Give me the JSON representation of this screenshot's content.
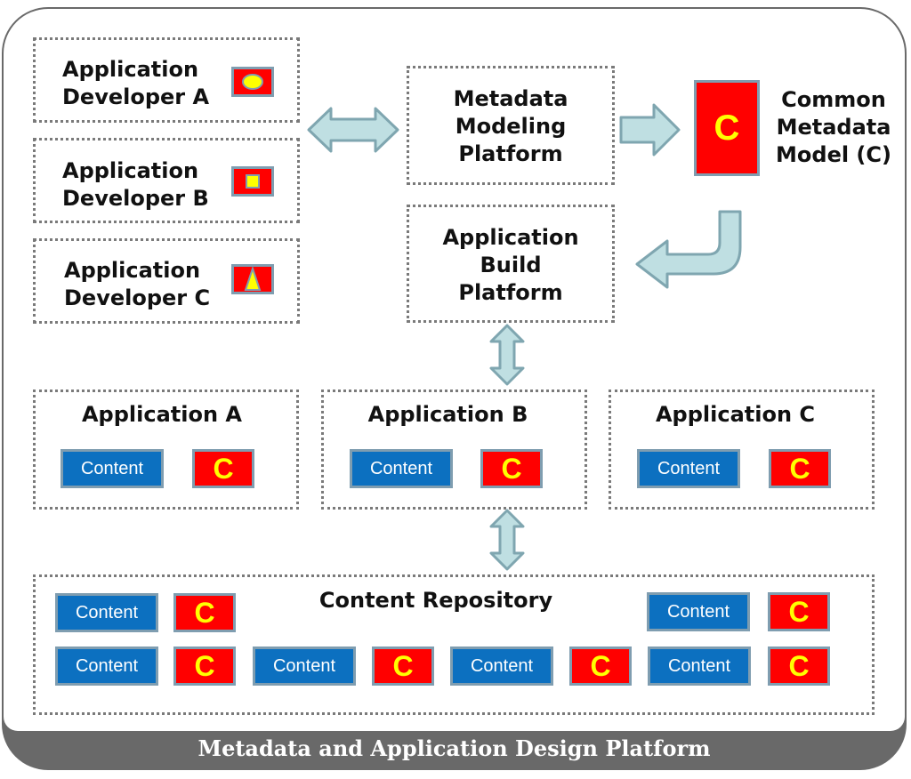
{
  "developers": [
    {
      "line1": "Application",
      "line2": "Developer A",
      "icon": "circle-icon"
    },
    {
      "line1": "Application",
      "line2": "Developer B",
      "icon": "square-icon"
    },
    {
      "line1": "Application",
      "line2": "Developer C",
      "icon": "triangle-icon"
    }
  ],
  "modeling_platform": {
    "line1": "Metadata",
    "line2": "Modeling",
    "line3": "Platform"
  },
  "common_model": {
    "symbol": "C",
    "line1": "Common",
    "line2": "Metadata",
    "line3": "Model (C)"
  },
  "build_platform": {
    "line1": "Application",
    "line2": "Build",
    "line3": "Platform"
  },
  "applications": [
    {
      "title": "Application A",
      "content": "Content",
      "symbol": "C"
    },
    {
      "title": "Application B",
      "content": "Content",
      "symbol": "C"
    },
    {
      "title": "Application C",
      "content": "Content",
      "symbol": "C"
    }
  ],
  "repository": {
    "title": "Content Repository",
    "content_label": "Content",
    "symbol": "C"
  },
  "caption": "Metadata and Application Design Platform",
  "colors": {
    "content_fill": "#0c70c0",
    "model_fill": "#ff0000",
    "model_letter": "#ffff00",
    "arrow_fill": "#bfdfe2",
    "arrow_stroke": "#7fa6b0",
    "frame": "#696969"
  }
}
